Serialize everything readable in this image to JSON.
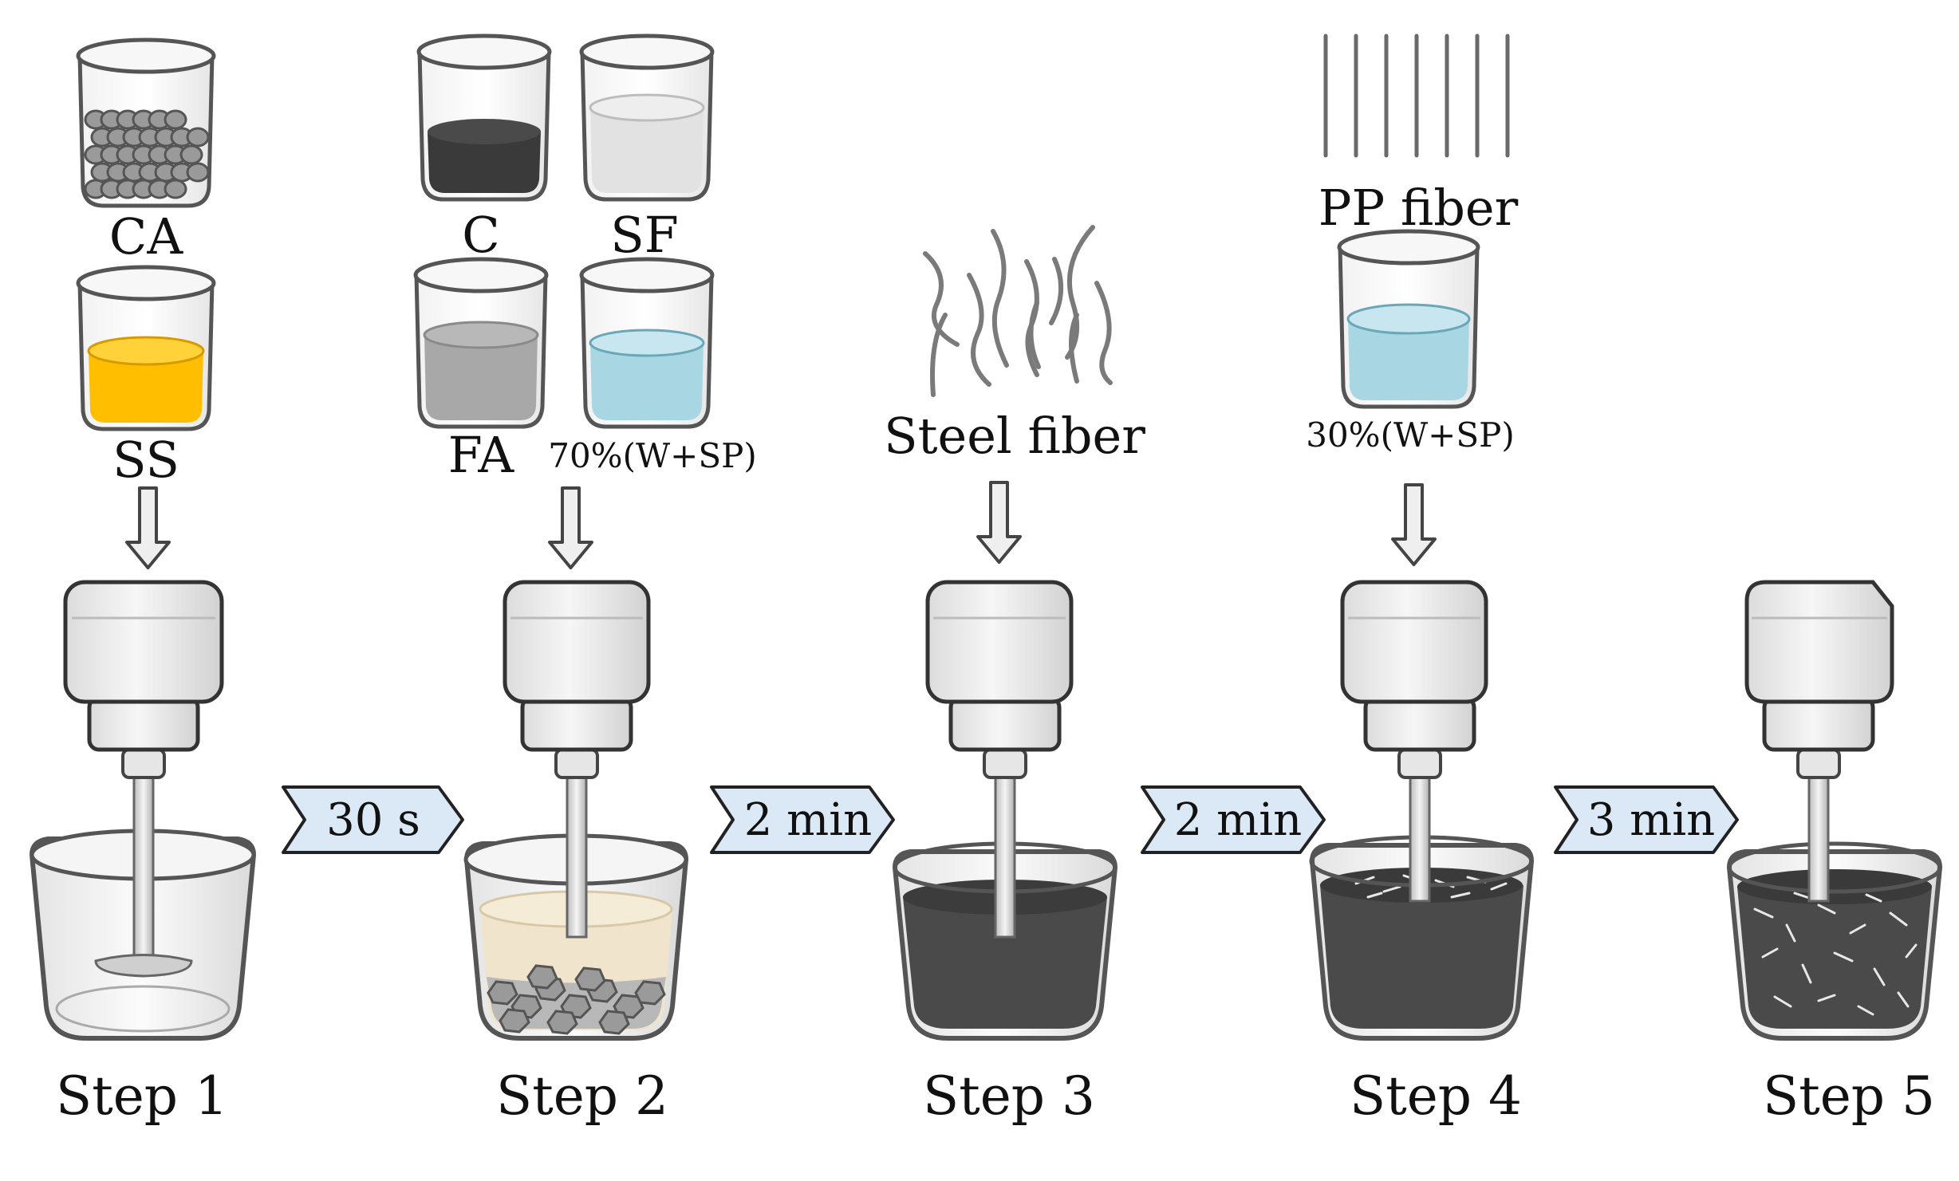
{
  "colors": {
    "beaker_outline": "#555555",
    "cement": "#3a3a3a",
    "silica_fume": "#e2e2e2",
    "fly_ash": "#a8a8a8",
    "water": "#a9d6e3",
    "sand": "#ffc000",
    "aggregate": "#9a9a9a",
    "arrow_tag_fill": "#dbe8f6",
    "arrow_tag_stroke": "#222222",
    "mixer_body": "#eeeeee",
    "mix_dark": "#4a4a4a"
  },
  "materials": {
    "coarse_aggregate": "CA",
    "sand": "SS",
    "cement": "C",
    "silica_fume": "SF",
    "fly_ash": "FA",
    "water_70": "70%(W+SP)",
    "steel_fiber": "Steel fiber",
    "pp_fiber": "PP fiber",
    "water_30": "30%(W+SP)"
  },
  "steps": [
    "Step 1",
    "Step 2",
    "Step 3",
    "Step 4",
    "Step 5"
  ],
  "durations": [
    "30 s",
    "2 min",
    "2 min",
    "3 min"
  ]
}
